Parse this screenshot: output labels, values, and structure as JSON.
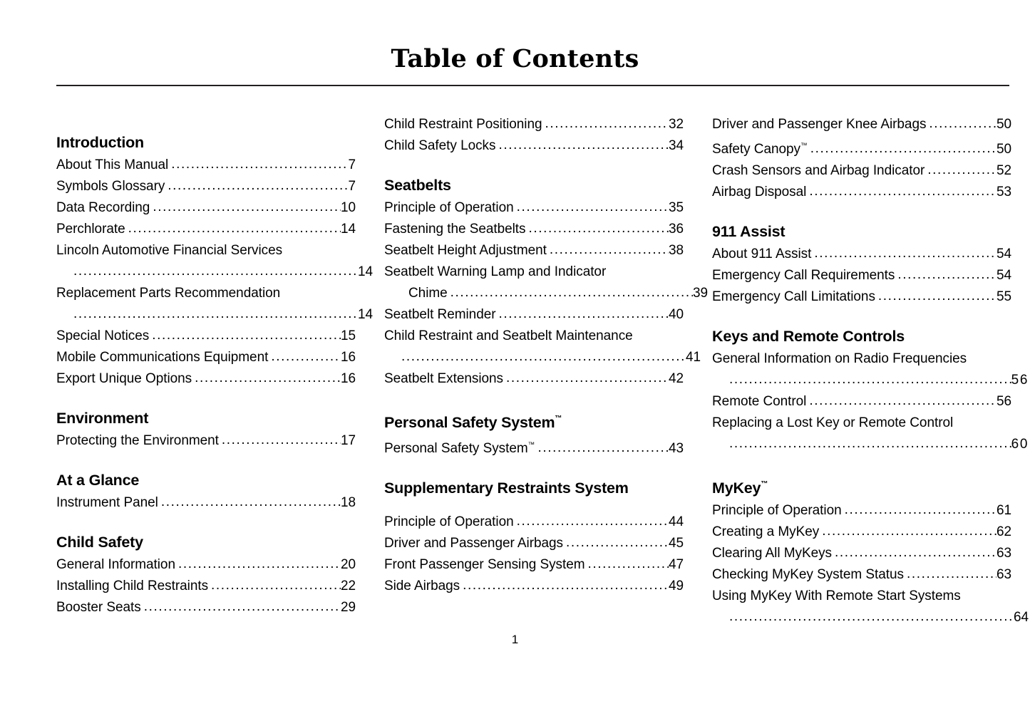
{
  "document": {
    "title": "Table of Contents",
    "page_number": "1"
  },
  "columns": [
    {
      "name": "column-1",
      "sections": [
        {
          "heading": "Introduction",
          "entries": [
            {
              "label": "About This Manual",
              "page": "7"
            },
            {
              "label": "Symbols Glossary",
              "page": "7"
            },
            {
              "label": "Data Recording",
              "page": "10"
            },
            {
              "label": "Perchlorate",
              "page": "14"
            },
            {
              "label": "Lincoln Automotive Financial Services",
              "page": "14",
              "wrapped": true
            },
            {
              "label": "Replacement Parts Recommendation",
              "page": "14",
              "wrapped": true
            },
            {
              "label": "Special Notices",
              "page": "15"
            },
            {
              "label": "Mobile Communications Equipment",
              "page": "16"
            },
            {
              "label": "Export Unique Options",
              "page": "16"
            }
          ]
        },
        {
          "heading": "Environment",
          "entries": [
            {
              "label": "Protecting the Environment",
              "page": "17"
            }
          ]
        },
        {
          "heading": "At a Glance",
          "entries": [
            {
              "label": "Instrument Panel",
              "page": "18"
            }
          ]
        },
        {
          "heading": "Child Safety",
          "entries": [
            {
              "label": "General Information",
              "page": "20"
            },
            {
              "label": "Installing Child Restraints",
              "page": "22"
            },
            {
              "label": "Booster Seats",
              "page": "29"
            }
          ]
        }
      ]
    },
    {
      "name": "column-2",
      "sections": [
        {
          "heading": "",
          "entries": [
            {
              "label": "Child Restraint Positioning",
              "page": "32"
            },
            {
              "label": "Child Safety Locks",
              "page": "34"
            }
          ]
        },
        {
          "heading": "Seatbelts",
          "entries": [
            {
              "label": "Principle of Operation",
              "page": "35"
            },
            {
              "label": "Fastening the Seatbelts",
              "page": "36"
            },
            {
              "label": "Seatbelt Height Adjustment",
              "page": "38"
            },
            {
              "label": "Seatbelt Warning Lamp and Indicator",
              "label2": "Chime",
              "page": "39",
              "hanging": true
            },
            {
              "label": "Seatbelt Reminder",
              "page": "40"
            },
            {
              "label": "Child Restraint and Seatbelt Maintenance",
              "page": "41",
              "wrapped": true
            },
            {
              "label": "Seatbelt Extensions",
              "page": "42"
            }
          ]
        },
        {
          "heading": "Personal Safety System",
          "heading_tm": "™",
          "entries": [
            {
              "label": "Personal Safety System",
              "label_tm": "™",
              "page": "43"
            }
          ]
        },
        {
          "heading": "Supplementary Restraints System",
          "entries": [
            {
              "label": "Principle of Operation",
              "page": "44"
            },
            {
              "label": "Driver and Passenger Airbags",
              "page": "45"
            },
            {
              "label": "Front Passenger Sensing System",
              "page": "47"
            },
            {
              "label": "Side Airbags",
              "page": "49"
            }
          ]
        }
      ]
    },
    {
      "name": "column-3",
      "sections": [
        {
          "heading": "",
          "entries": [
            {
              "label": "Driver and Passenger Knee Airbags",
              "page": "50"
            },
            {
              "label": "Safety Canopy",
              "label_tm": "™",
              "page": "50"
            },
            {
              "label": "Crash Sensors and Airbag Indicator",
              "page": "52"
            },
            {
              "label": "Airbag Disposal",
              "page": "53"
            }
          ]
        },
        {
          "heading": "911 Assist",
          "entries": [
            {
              "label": "About 911 Assist",
              "page": "54"
            },
            {
              "label": "Emergency Call Requirements",
              "page": "54"
            },
            {
              "label": "Emergency Call Limitations",
              "page": "55"
            }
          ]
        },
        {
          "heading": "Keys and Remote Controls",
          "entries": [
            {
              "label": "General Information on Radio Frequencies",
              "page": "56",
              "wrapped": true,
              "page_spaced": true
            },
            {
              "label": "Remote Control",
              "page": "56"
            },
            {
              "label": "Replacing a Lost Key or Remote Control",
              "page": "60",
              "wrapped": true,
              "page_spaced": true
            }
          ]
        },
        {
          "heading": "MyKey",
          "heading_tm": "™",
          "entries": [
            {
              "label": "Principle of Operation",
              "page": "61"
            },
            {
              "label": "Creating a MyKey",
              "page": "62"
            },
            {
              "label": "Clearing All MyKeys",
              "page": "63"
            },
            {
              "label": "Checking MyKey System Status",
              "page": "63"
            },
            {
              "label": "Using MyKey With Remote Start Systems",
              "page": "64",
              "wrapped": true
            }
          ]
        }
      ]
    }
  ]
}
